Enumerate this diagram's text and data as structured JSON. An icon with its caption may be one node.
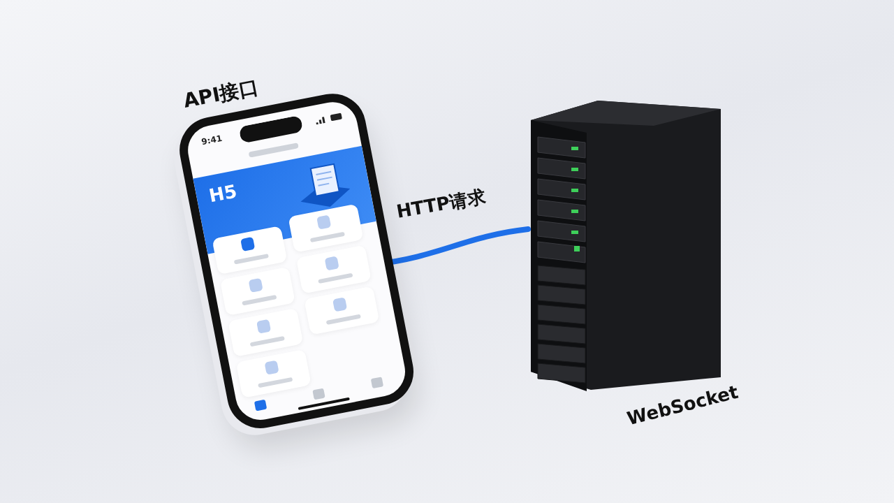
{
  "diagram": {
    "nodes": [
      {
        "text": [
          "API接口",
          "9:41",
          "H5"
        ]
      },
      {
        "text": [],
        "shape": "picture",
        "beside": [
          "WebSocket"
        ]
      }
    ],
    "edges": [
      {
        "from": 0,
        "to": 1,
        "arrow": "none",
        "label": "HTTP请求",
        "color": "#1e6fe8"
      }
    ]
  }
}
